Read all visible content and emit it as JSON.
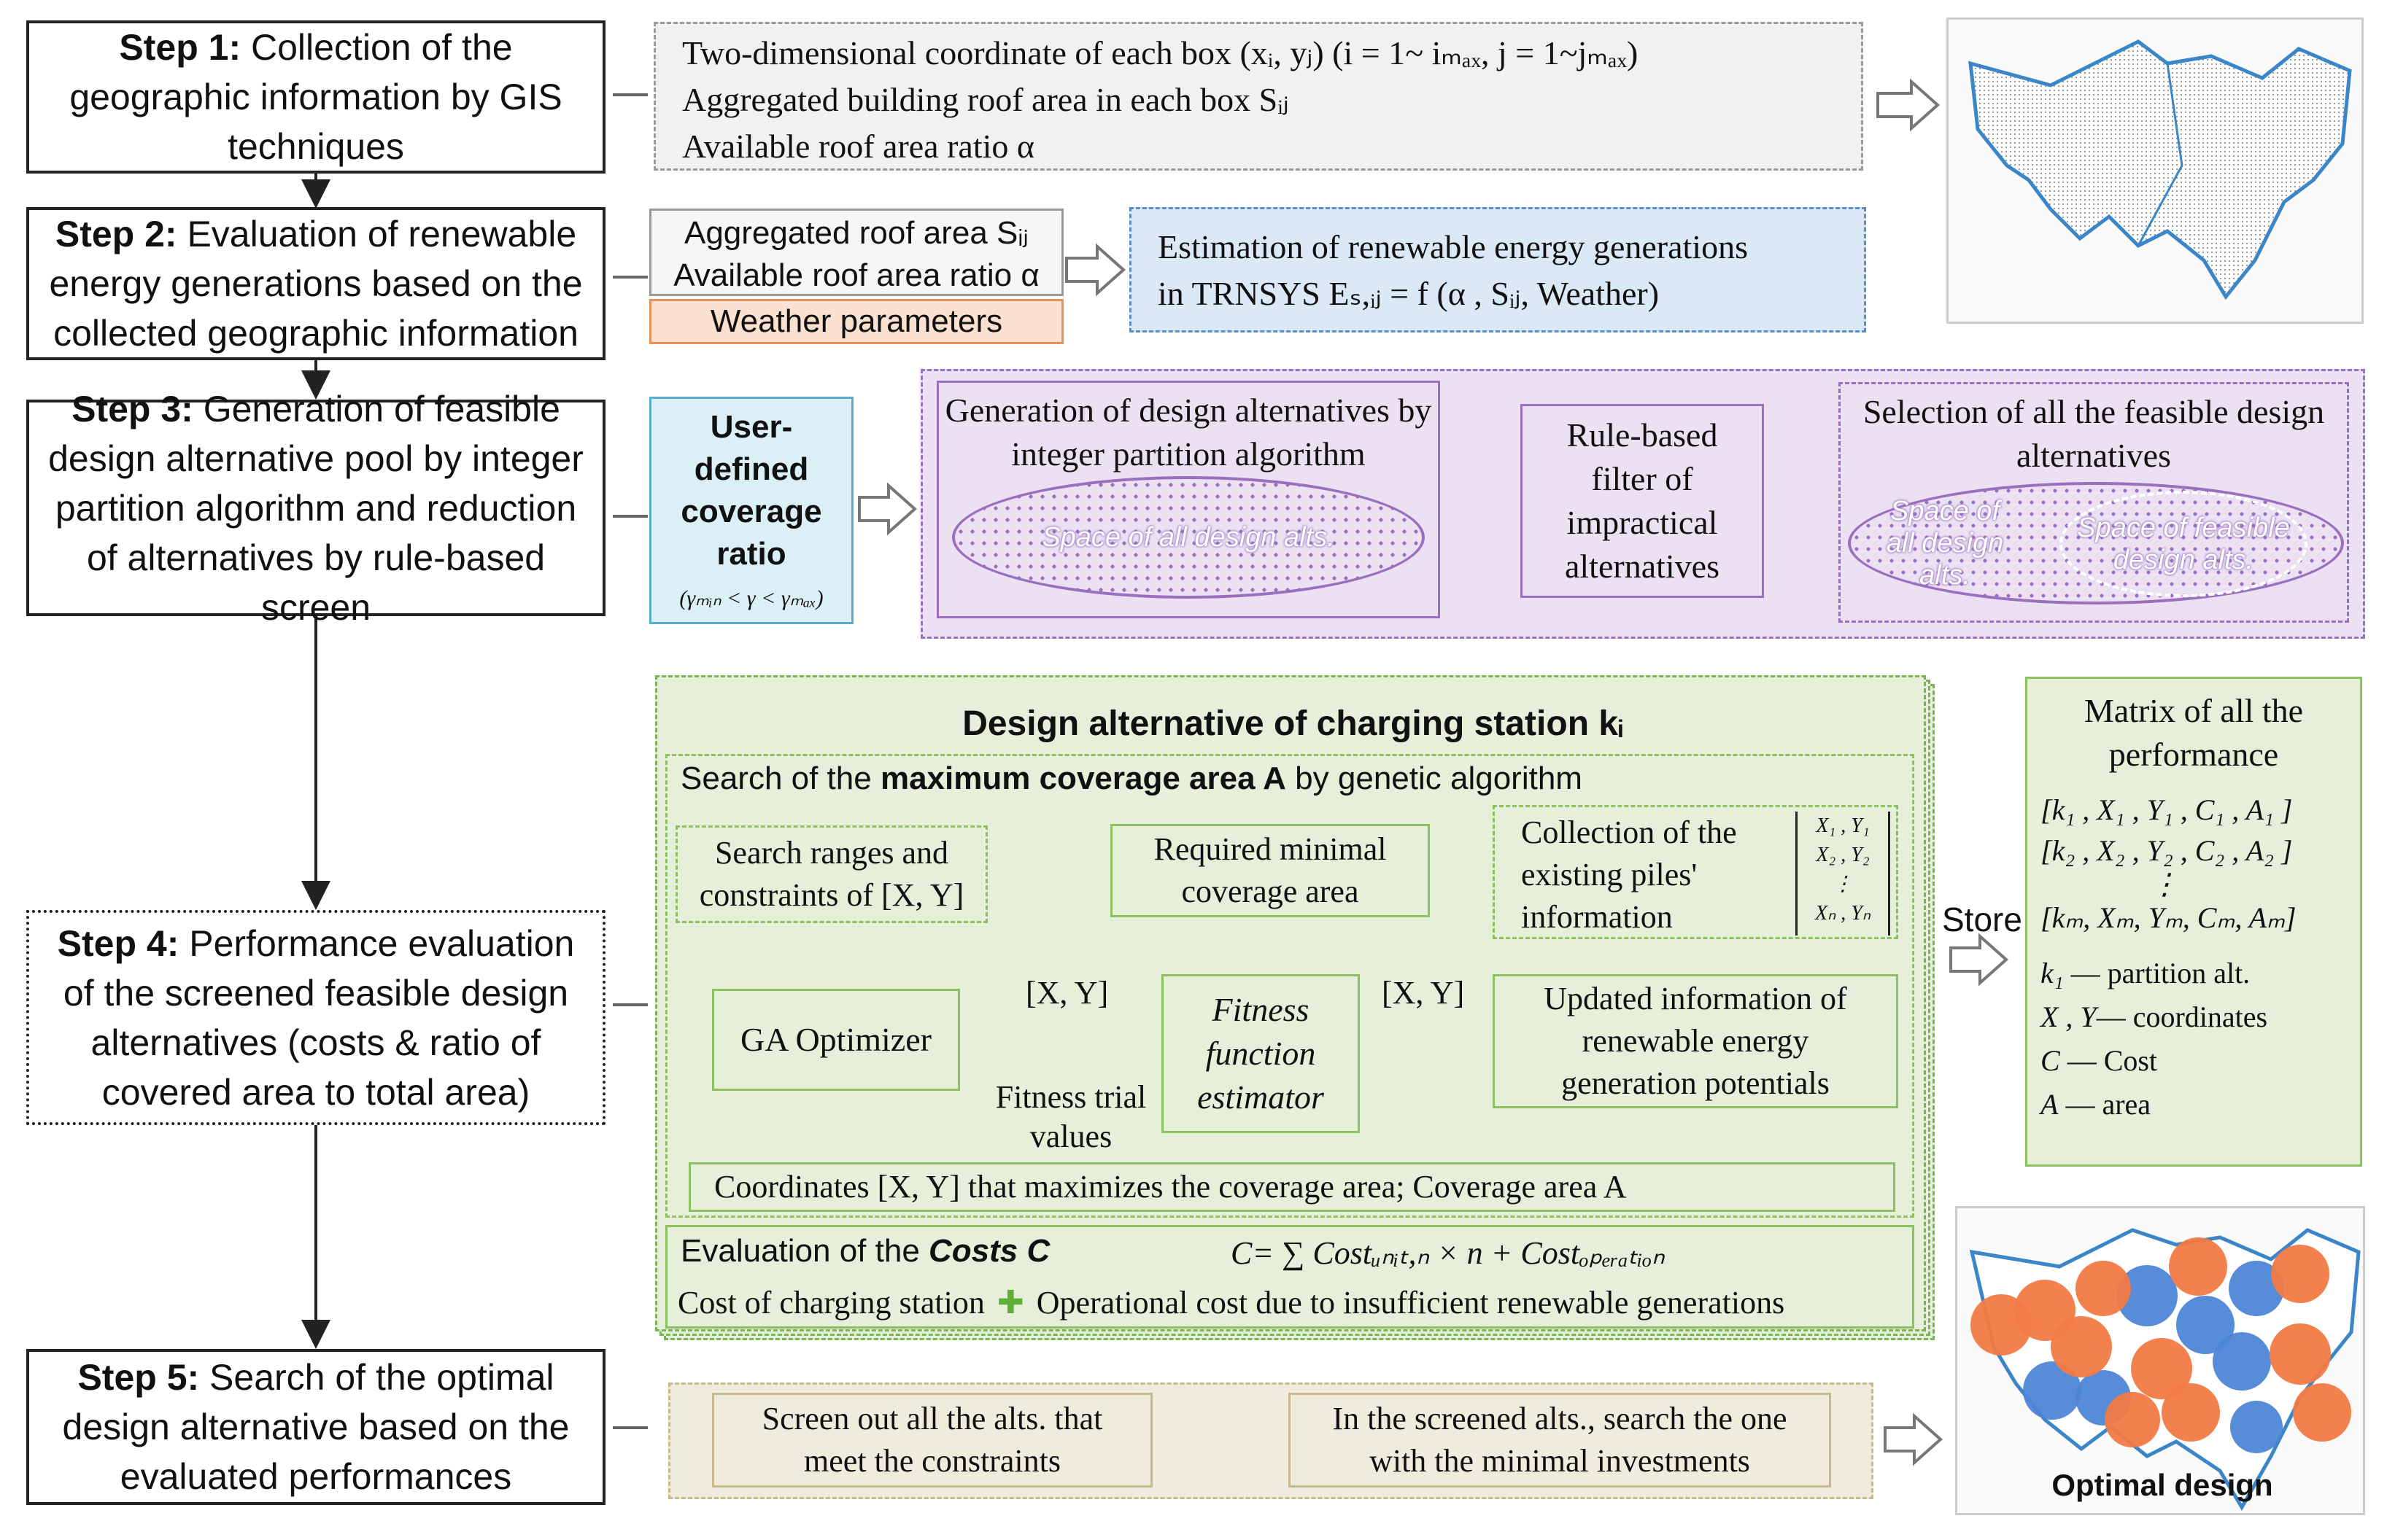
{
  "steps": {
    "s1": {
      "bold": "Step 1:",
      "text": " Collection of the geographic information by GIS techniques"
    },
    "s2": {
      "bold": "Step 2:",
      "text": " Evaluation of renewable energy generations based on the collected geographic information"
    },
    "s3": {
      "bold": "Step 3:",
      "text": " Generation of feasible design alternative pool by integer partition algorithm and reduction of alternatives by rule-based screen"
    },
    "s4": {
      "bold": "Step 4:",
      "text": " Performance evaluation of the screened feasible design alternatives (costs & ratio of covered area to total area)"
    },
    "s5": {
      "bold": "Step 5:",
      "text": " Search of the optimal design alternative based on the evaluated performances"
    }
  },
  "row1": {
    "line1": "Two-dimensional coordinate of each box (xᵢ, yⱼ)  (i = 1~ iₘₐₓ, j = 1~jₘₐₓ)",
    "line2": "Aggregated building roof area in each box Sᵢⱼ",
    "line3": "Available roof area ratio α"
  },
  "row2": {
    "roof_area": "Aggregated roof area Sᵢⱼ",
    "roof_ratio": "Available roof area ratio α",
    "weather": "Weather parameters",
    "estimation_line1": "Estimation of renewable energy generations",
    "estimation_line2": "in TRNSYS   Eₛ,ᵢⱼ = f (α , Sᵢⱼ, Weather)"
  },
  "row3": {
    "user_label": "User-defined coverage ratio",
    "user_range": "(γₘᵢₙ < γ < γₘₐₓ)",
    "gen_title": "Generation  of design alternatives by integer partition algorithm",
    "space_all": "Space of all design alts.",
    "filter": "Rule-based filter of impractical alternatives",
    "sel_title": "Selection of all the feasible design alternatives",
    "space_all2": "Space of all design alts.",
    "space_feasible": "Space of feasible design alts."
  },
  "row4": {
    "title": "Design alternative of charging station kᵢ",
    "search_title_pre": "Search of the ",
    "search_title_bold": "maximum coverage area A",
    "search_title_post": " by genetic algorithm",
    "ranges": "Search ranges and constraints of [X, Y]",
    "required": "Required minimal coverage area",
    "collection": "Collection of the existing piles' information",
    "matrix_xy": "[X₁ , Y₁ ; X₂ , Y₂ ; ⋮ ; Xₙ , Yₙ]",
    "ga": "GA Optimizer",
    "xy1": "[X, Y]",
    "xy2": "[X, Y]",
    "fitness": "Fitness function estimator",
    "trial": "Fitness trial values",
    "updated": "Updated information of renewable energy generation potentials",
    "coords": "Coordinates [X, Y] that maximizes the coverage area;  Coverage area A",
    "cost_title_pre": "Evaluation of the ",
    "cost_title_bold": "Costs C",
    "cost_formula": "C= ∑ Costᵤₙᵢₜ,ₙ × n   + Costₒₚₑᵣₐₜᵢₒₙ",
    "cost_line_a": "Cost of charging station",
    "cost_plus": "✚",
    "cost_line_b": "Operational cost due to insufficient renewable generations"
  },
  "store": "Store",
  "matrix": {
    "title": "Matrix of all the performance",
    "r1": "[k₁ , X₁ , Y₁ , C₁ , A₁ ]",
    "r2": "[k₂ , X₂ , Y₂ , C₂ , A₂ ]",
    "r3": "⋮",
    "r4": "[kₘ, Xₘ, Yₘ, Cₘ, Aₘ]",
    "l1a": "k₁",
    "l1b": "— partition alt.",
    "l2a": "X , Y",
    "l2b": "— coordinates",
    "l3a": "C",
    "l3b": "— Cost",
    "l4a": "A",
    "l4b": "— area"
  },
  "row5": {
    "screen": "Screen out all the alts. that meet the constraints",
    "search": "In the screened alts., search the one with the minimal investments",
    "optimal": "Optimal design"
  },
  "colors": {
    "blue_pile": "#4d86d6",
    "orange_pile": "#f27a45",
    "purple": "#9b6fc0",
    "green": "#79b553"
  }
}
